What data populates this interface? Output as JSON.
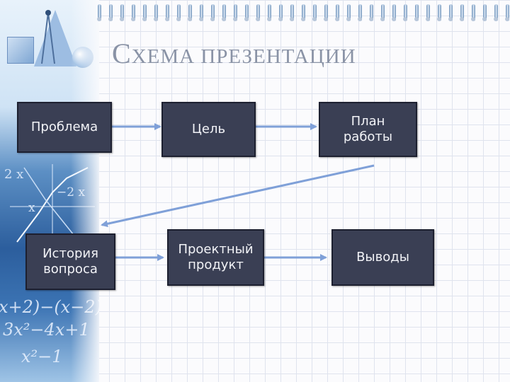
{
  "slide": {
    "title_first_letter": "С",
    "title_rest": "ХЕМА ПРЕЗЕНТАЦИИ"
  },
  "nodes": {
    "problem": "Проблема",
    "goal": "Цель",
    "plan_line1": "План",
    "plan_line2": "работы",
    "history_line1": "История",
    "history_line2": "вопроса",
    "product_line1": "Проектный",
    "product_line2": "продукт",
    "conclusions": "Выводы"
  },
  "decoration": {
    "formula_1": "x+2)−(x−2)",
    "formula_2": "3x²−4x+1",
    "formula_3": "x²−1",
    "math_1": "2 x",
    "math_2": "−2 x",
    "math_3": "x",
    "arrow_color": "#7fa0d8",
    "box_color": "#3a3f54"
  }
}
